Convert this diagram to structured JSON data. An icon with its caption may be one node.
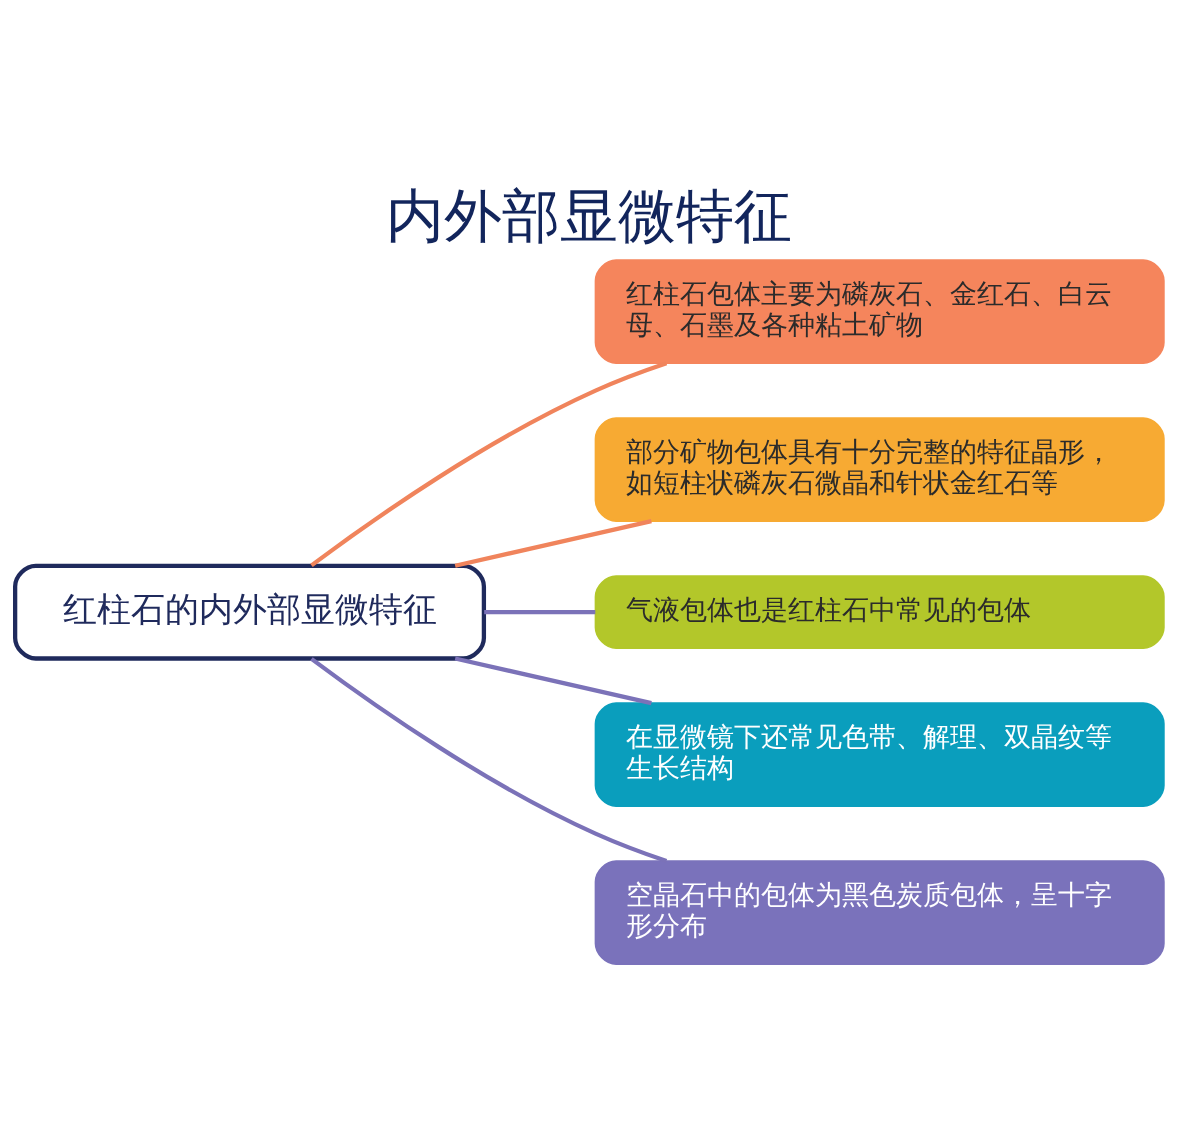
{
  "diagram": {
    "title": "内外部显微特征",
    "nodes": [
      {
        "text": [
          "红柱石的内外部显微特征"
        ]
      },
      {
        "text": [
          "红柱石包体主要为磷灰石、金红石、白云母、石墨及各种粘土矿物"
        ]
      },
      {
        "text": [
          "部分矿物包体具有十分完整的特征晶形，如短柱状磷灰石微晶和针状金红石等"
        ]
      },
      {
        "text": [
          "气液包体也是红柱石中常见的包体"
        ]
      },
      {
        "text": [
          "在显微镜下还常见色带、解理、双晶纹等生长结构"
        ]
      },
      {
        "text": [
          "空晶石中的包体为黑色炭质包体，呈十字形分布"
        ]
      }
    ],
    "edges": [
      {
        "from": 0,
        "to": 1,
        "arrow": "none",
        "color": "#f0845c"
      },
      {
        "from": 0,
        "to": 2,
        "arrow": "none",
        "color": "#f0845c"
      },
      {
        "from": 0,
        "to": 3,
        "arrow": "none"
      },
      {
        "from": 0,
        "to": 4,
        "arrow": "none"
      },
      {
        "from": 0,
        "to": 5,
        "arrow": "none"
      }
    ]
  }
}
